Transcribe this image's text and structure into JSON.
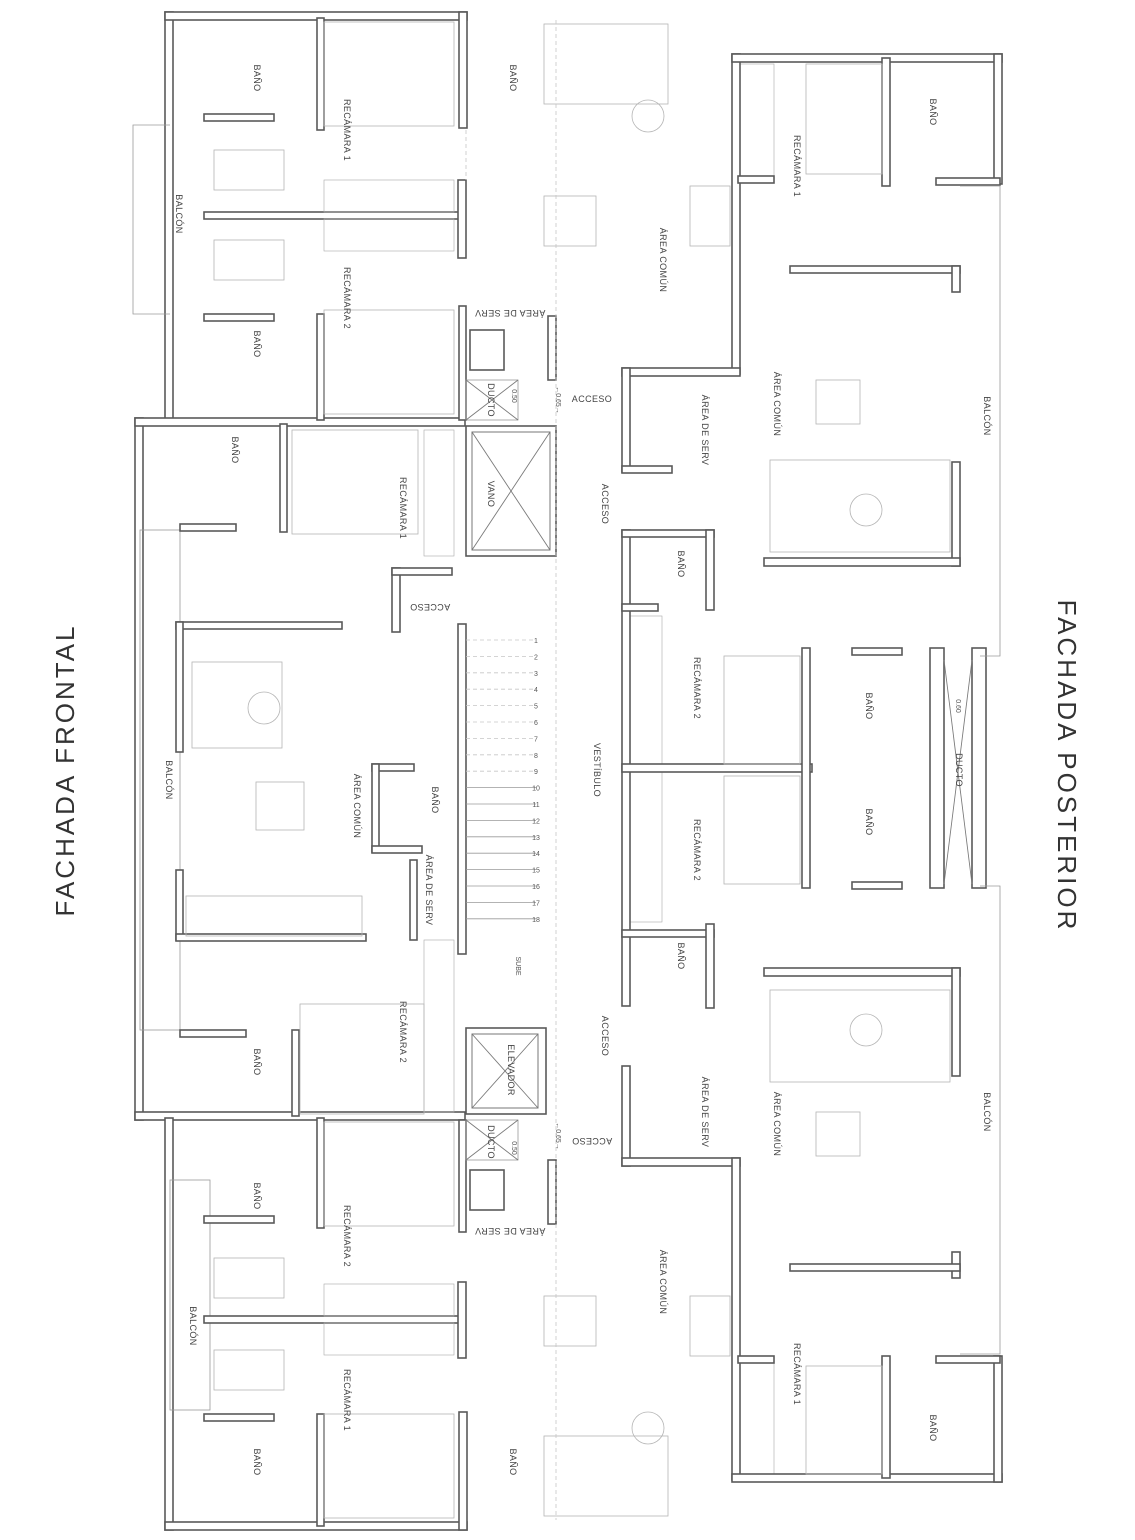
{
  "facades": {
    "front": "FACHADA FRONTAL",
    "rear": "FACHADA POSTERIOR"
  },
  "rooms": {
    "bano": "BAÑO",
    "recamara1": "RECÁMARA 1",
    "recamara2": "RECÁMARA 2",
    "balcon": "BALCÓN",
    "area_comun": "ÁREA COMÚN",
    "area_serv": "ÁREA DE SERV",
    "acceso": "ACCESO",
    "ducto": "DUCTO",
    "vano": "VANO",
    "vestibulo": "VESTÍBULO",
    "elevador": "ELEVADOR"
  },
  "dimensions": {
    "d065": "←0.65→",
    "d050": "0.50",
    "d060": "0.60",
    "sube": "SUBE"
  },
  "stairs": {
    "steps": [
      "1",
      "2",
      "3",
      "4",
      "5",
      "6",
      "7",
      "8",
      "9",
      "10",
      "11",
      "12",
      "13",
      "14",
      "15",
      "16",
      "17",
      "18"
    ]
  }
}
